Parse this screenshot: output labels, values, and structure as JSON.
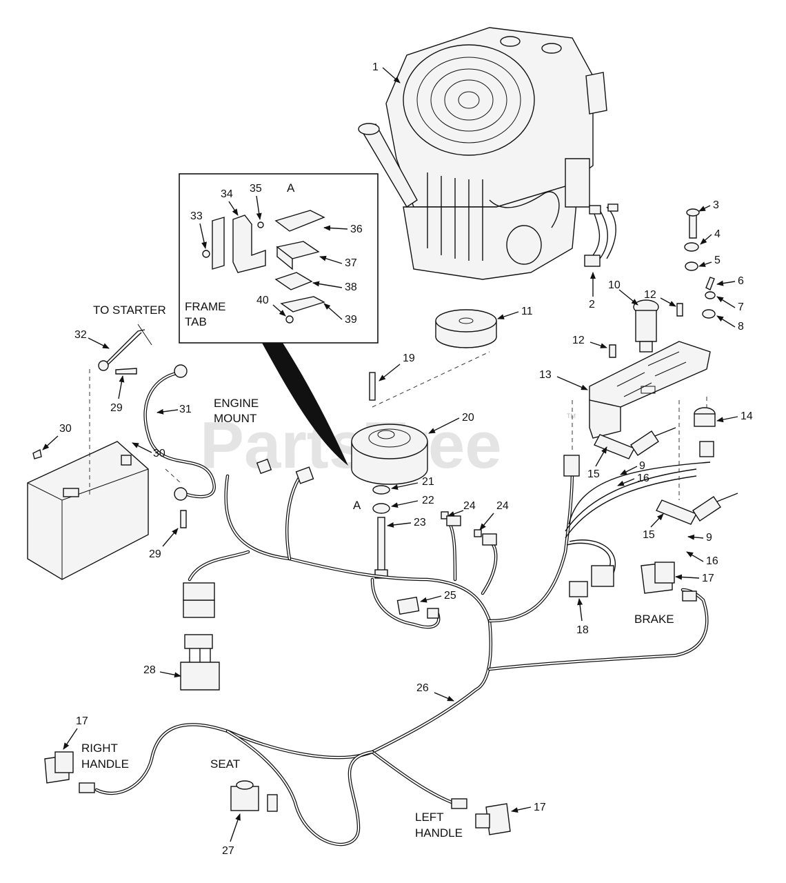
{
  "watermark": {
    "text": "PartsTree",
    "trademark": "TM"
  },
  "inset": {
    "frame_tab_line1": "FRAME",
    "frame_tab_line2": "TAB",
    "view_letter": "A"
  },
  "labels": {
    "to_starter": "TO STARTER",
    "engine_mount_line1": "ENGINE",
    "engine_mount_line2": "MOUNT",
    "clutch_view_letter": "A",
    "brake": "BRAKE",
    "right_handle_line1": "RIGHT",
    "right_handle_line2": "HANDLE",
    "seat": "SEAT",
    "left_handle_line1": "LEFT",
    "left_handle_line2": "HANDLE"
  },
  "callouts": {
    "c1": "1",
    "c2": "2",
    "c3": "3",
    "c4": "4",
    "c5": "5",
    "c6": "6",
    "c7": "7",
    "c8": "8",
    "c9a": "9",
    "c9b": "9",
    "c10": "10",
    "c11": "11",
    "c12a": "12",
    "c12b": "12",
    "c13": "13",
    "c14": "14",
    "c15a": "15",
    "c15b": "15",
    "c16a": "16",
    "c16b": "16",
    "c17a": "17",
    "c17b": "17",
    "c17c": "17",
    "c18": "18",
    "c19": "19",
    "c20": "20",
    "c21": "21",
    "c22": "22",
    "c23": "23",
    "c24a": "24",
    "c24b": "24",
    "c25": "25",
    "c26": "26",
    "c27": "27",
    "c28": "28",
    "c29a": "29",
    "c29b": "29",
    "c30a": "30",
    "c30b": "30",
    "c31": "31",
    "c32": "32",
    "c33": "33",
    "c34": "34",
    "c35": "35",
    "c36": "36",
    "c37": "37",
    "c38": "38",
    "c39": "39",
    "c40": "40"
  }
}
